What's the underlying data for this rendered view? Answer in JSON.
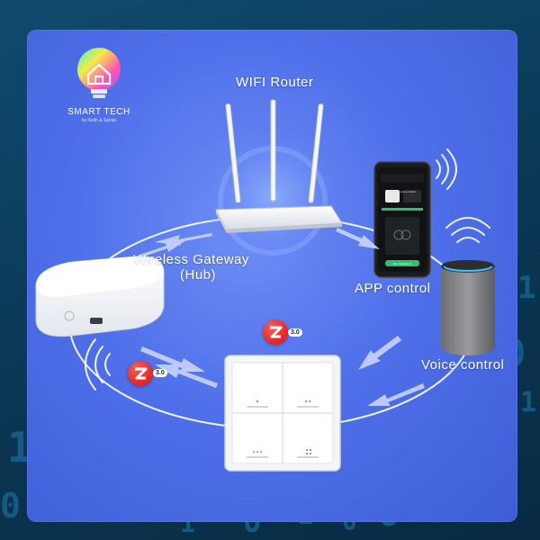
{
  "brand": {
    "name": "SMART TECH",
    "tagline": "by Keith & Sanae"
  },
  "labels": {
    "router": "WIFI Router",
    "gateway": "Wireless Gateway\n(Hub)",
    "gateway_line1": "Wireless Gateway",
    "gateway_line2": "(Hub)",
    "app": "APP control",
    "voice": "Voice control"
  },
  "badges": {
    "zigbee_version": "3.0"
  },
  "phone": {
    "screen_title": "Wireless scene switch",
    "button": "Set Intelligence"
  },
  "background_digits": [
    "1",
    "0",
    "1",
    "0",
    "1",
    "0",
    "0",
    "1",
    "1",
    "0",
    "1",
    "0",
    "1",
    "0"
  ],
  "colors": {
    "panel": "#4f70ea",
    "background": "#0b3552",
    "zigbee_red": "#d40d0d",
    "arrow": "#c9d4ff"
  },
  "icons": [
    "wifi-router-icon",
    "smartphone-icon",
    "smart-speaker-icon",
    "zigbee-hub-icon",
    "scene-switch-icon",
    "zigbee-logo-icon",
    "wifi-waves-icon"
  ]
}
